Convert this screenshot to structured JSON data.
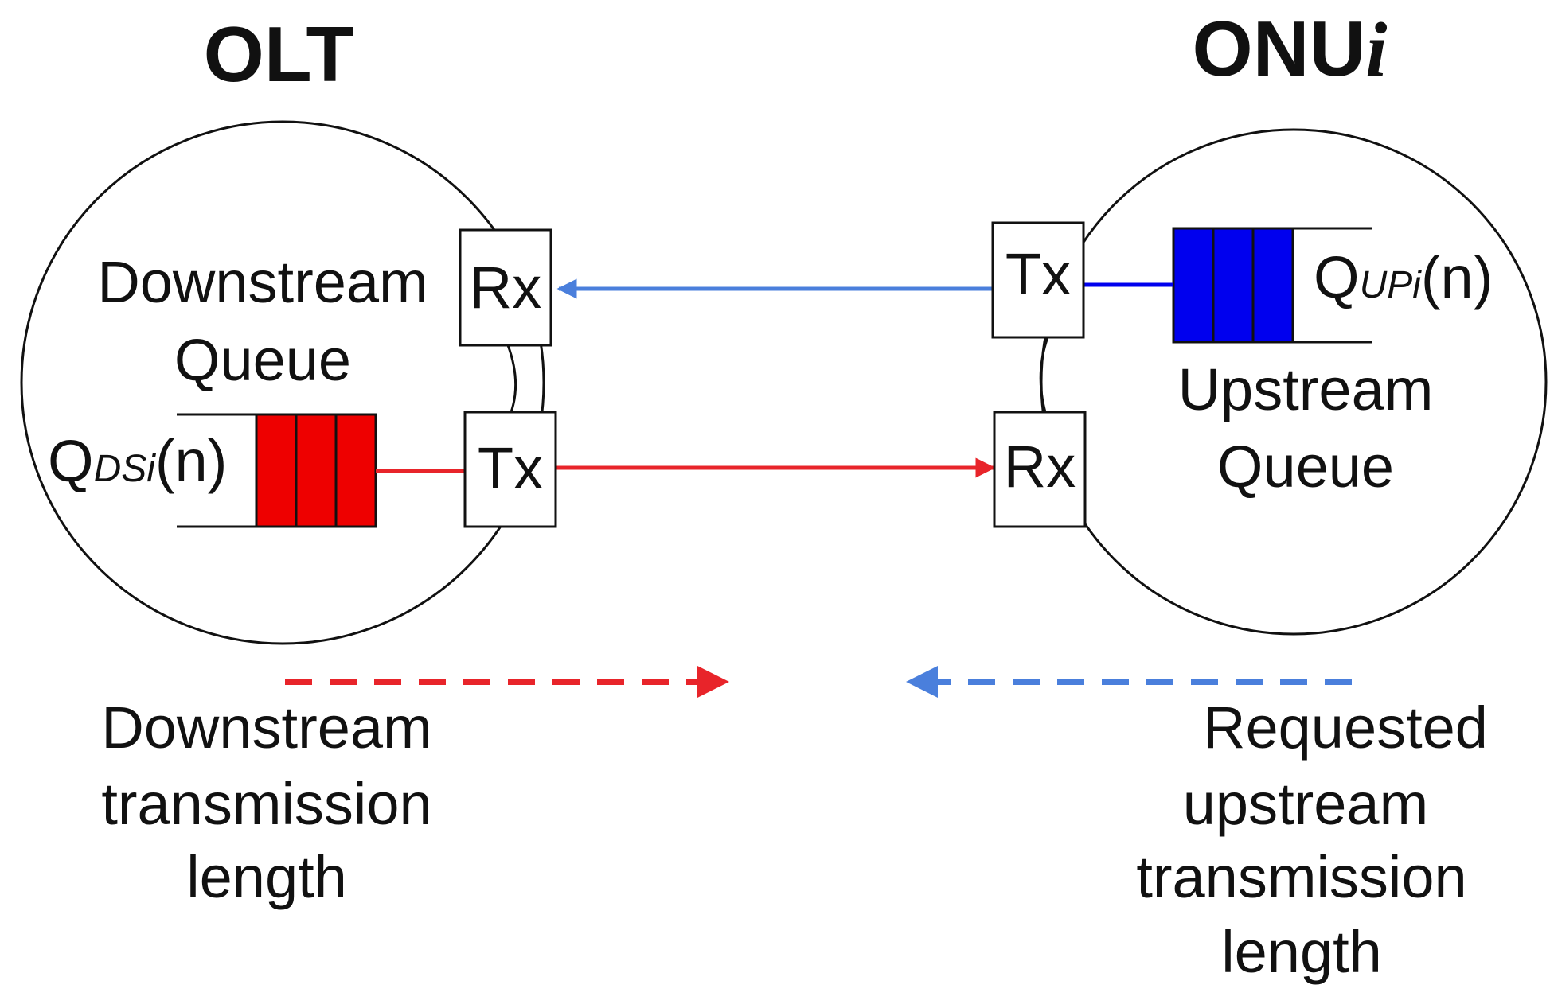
{
  "olt": {
    "title": "OLT",
    "queue_label_line1": "Downstream",
    "queue_label_line2": "Queue",
    "queue_symbol": "Q",
    "queue_subscript": "DSi",
    "queue_arg": "(n)",
    "rx_label": "Rx",
    "tx_label": "Tx",
    "queue_color": "#ee0000"
  },
  "onu": {
    "title_main": "ONU",
    "title_italic": "i",
    "queue_label_line1": "Upstream",
    "queue_label_line2": "Queue",
    "queue_symbol": "Q",
    "queue_subscript": "UPi",
    "queue_arg": "(n)",
    "tx_label": "Tx",
    "rx_label": "Rx",
    "queue_color": "#0000ee"
  },
  "links": {
    "downstream_color": "#e8242a",
    "upstream_color": "#4a7fdc"
  },
  "legend": {
    "downstream": {
      "line1": "Downstream",
      "line2": "transmission",
      "line3": "length",
      "color": "#e8242a"
    },
    "upstream": {
      "line1": "Requested",
      "line2": "upstream",
      "line3": "transmission",
      "line4": "length",
      "color": "#4a7fdc"
    }
  }
}
